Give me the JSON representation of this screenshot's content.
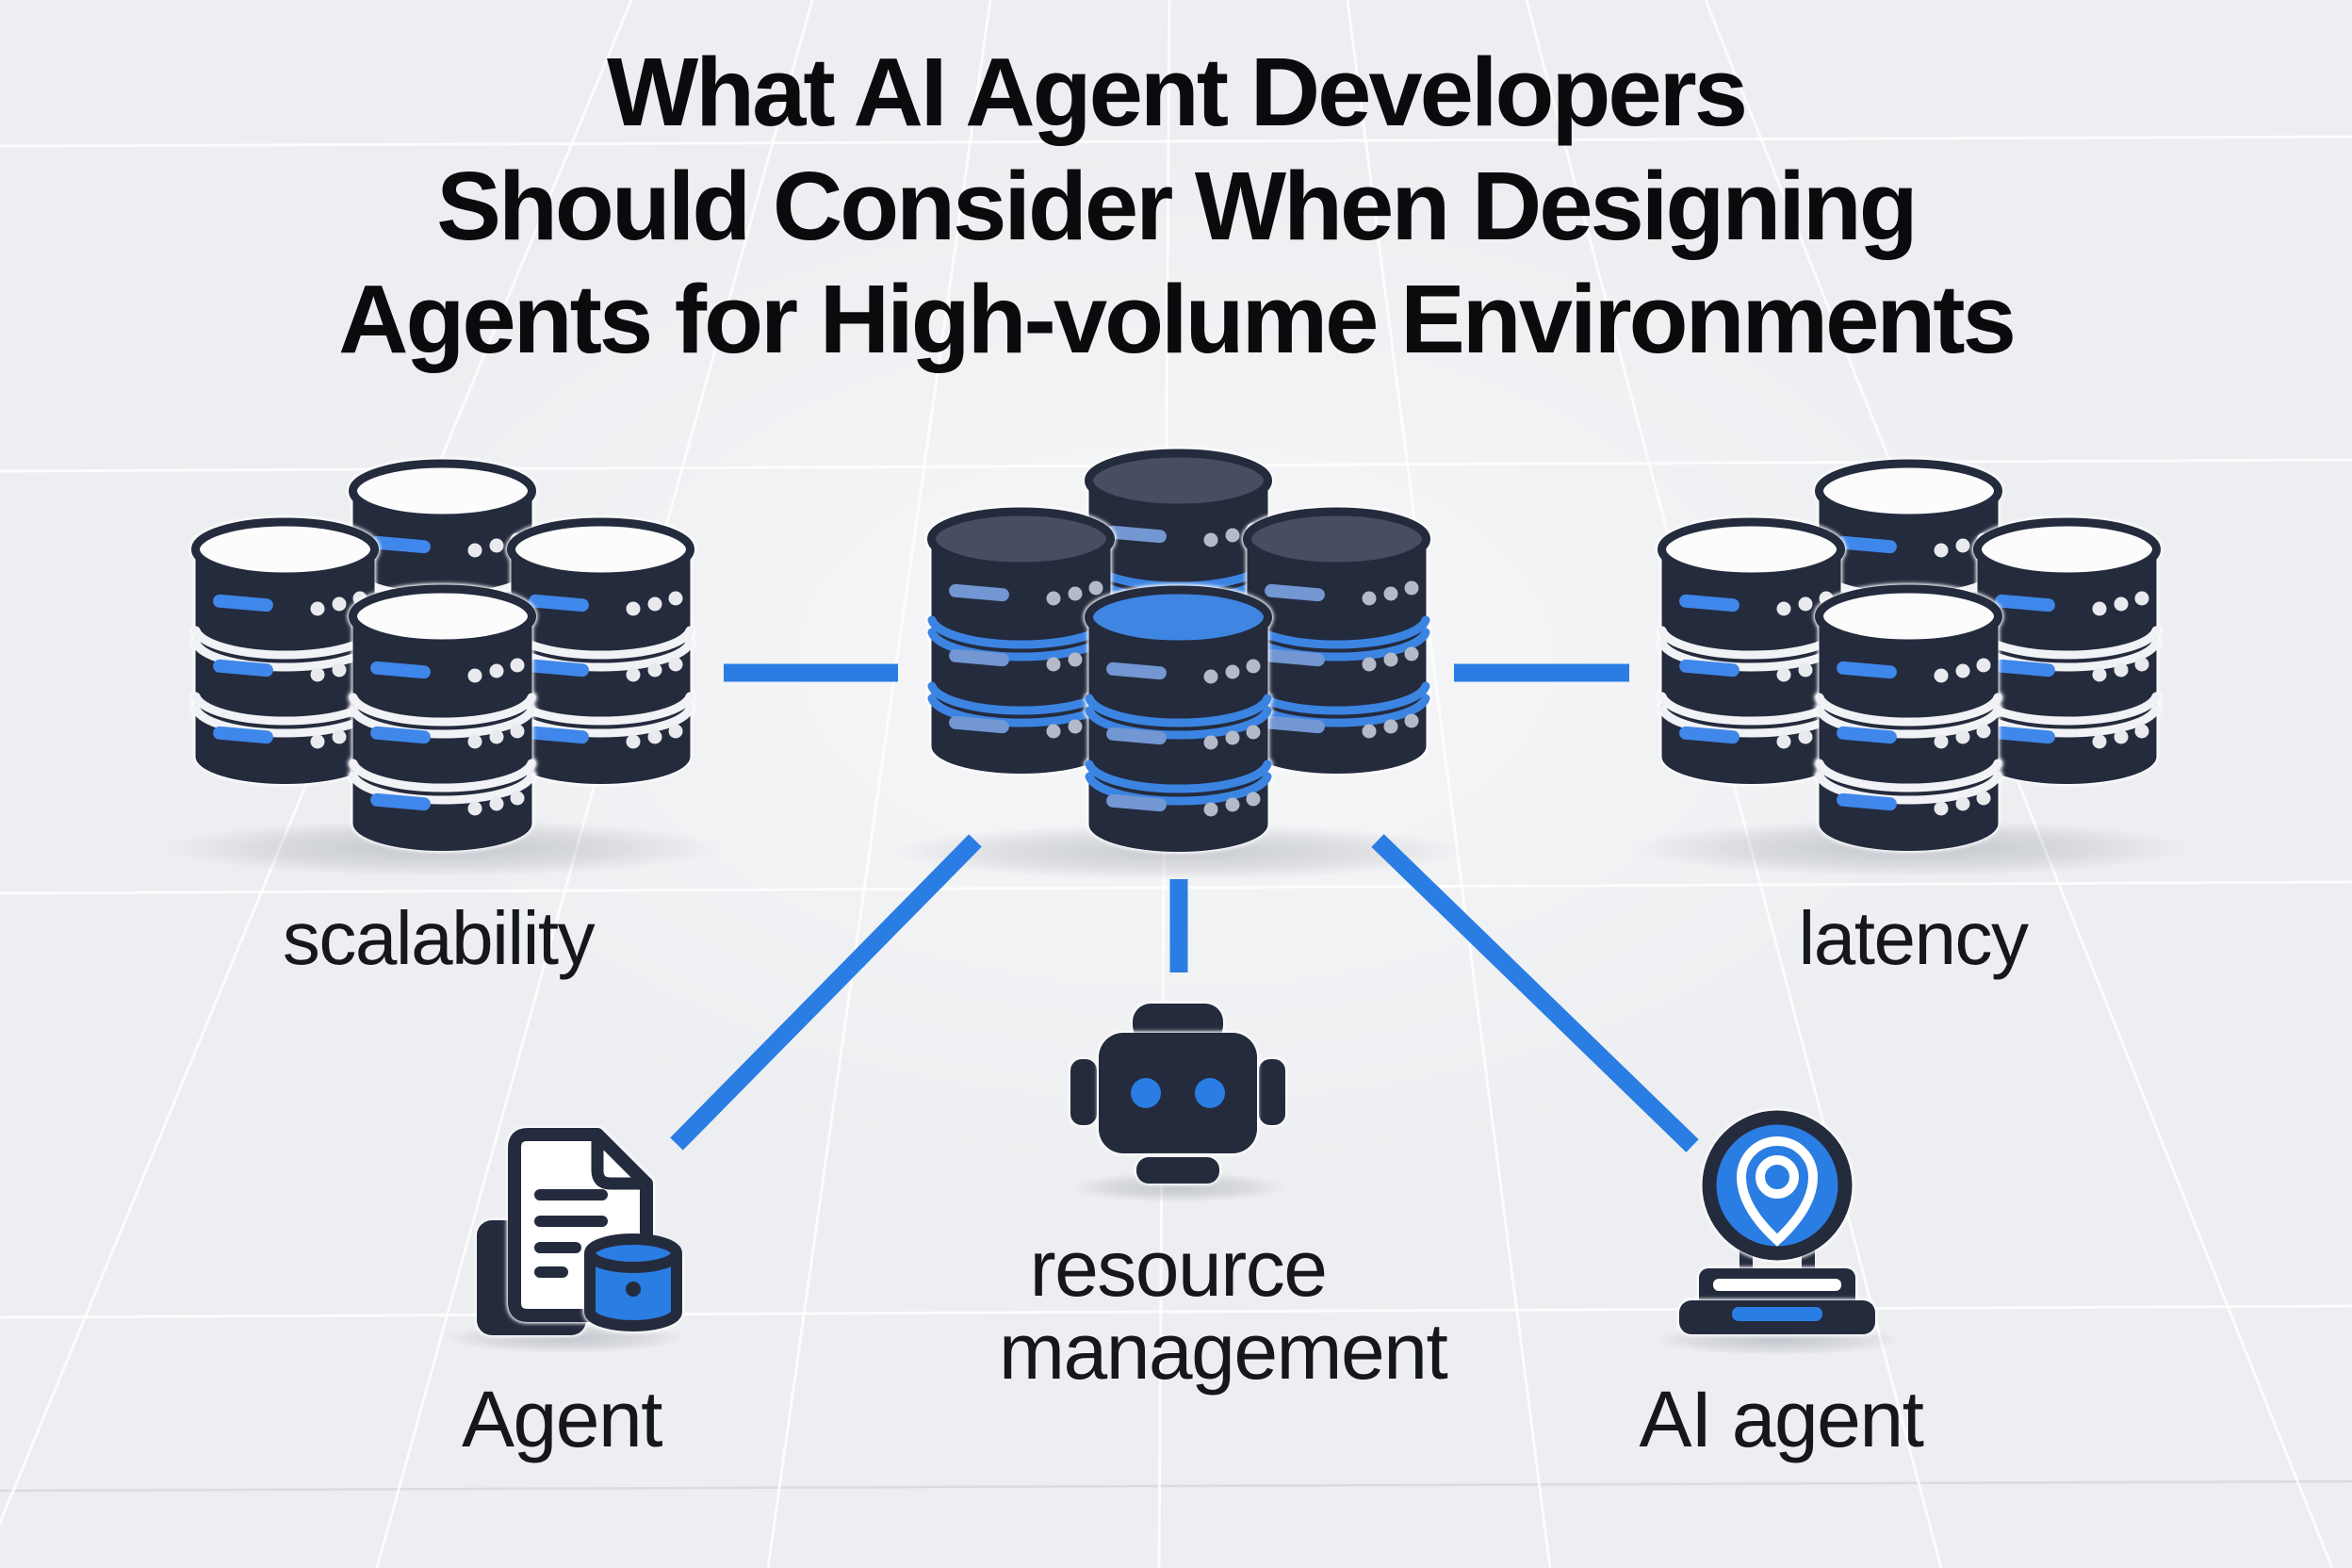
{
  "title": {
    "lines": [
      "What AI Agent Developers",
      "Should Consider When Designing",
      "Agents for High-volume Environments"
    ]
  },
  "clusters": {
    "left": {
      "label": "scalability",
      "icon": "database-cluster-icon"
    },
    "center": {
      "icon": "database-cluster-icon"
    },
    "right": {
      "label": "latency",
      "icon": "database-cluster-icon"
    }
  },
  "nodes": {
    "agent": {
      "label": "Agent",
      "icon": "document-database-icon"
    },
    "resource": {
      "label": "resource management",
      "icon": "robot-icon"
    },
    "ai_agent": {
      "label": "AI agent",
      "icon": "location-pin-stamp-icon"
    }
  },
  "colors": {
    "background": "#edeef1",
    "accent_blue": "#2a7de2",
    "dark_navy": "#242b3d",
    "slate_top": "#474e62",
    "blue_top": "#3f85e2",
    "white_top": "#fcfcfd",
    "band_white": "#f1f2f5",
    "band_blue": "#3c84e2",
    "bar_blue": "#3f87ea",
    "bar_muted": "#7297d2",
    "dot_light": "#e8eaee",
    "dot_muted": "#b4bac8",
    "text": "#15171b",
    "title_text": "#0a0b0d"
  }
}
